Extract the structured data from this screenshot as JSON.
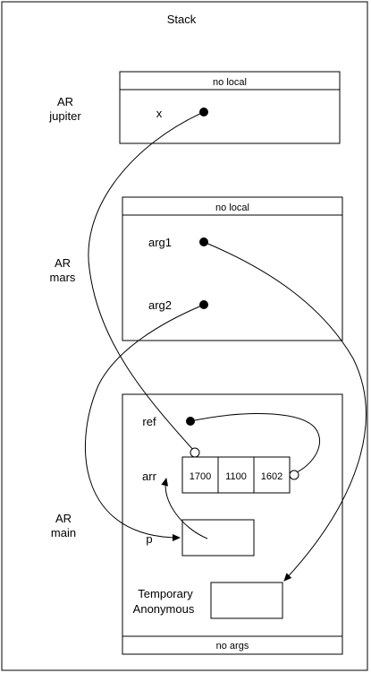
{
  "stack": {
    "title": "Stack"
  },
  "frames": {
    "jupiter": {
      "label_line1": "AR",
      "label_line2": "jupiter",
      "header": "no local",
      "var_x": "x"
    },
    "mars": {
      "label_line1": "AR",
      "label_line2": "mars",
      "header": "no local",
      "var_arg1": "arg1",
      "var_arg2": "arg2"
    },
    "main": {
      "label_line1": "AR",
      "label_line2": "main",
      "var_ref": "ref",
      "var_arr": "arr",
      "var_p": "p",
      "temp_line1": "Temporary",
      "temp_line2": "Anonymous",
      "footer": "no args"
    }
  },
  "array": {
    "cells": [
      "1700",
      "1100",
      "1602"
    ]
  }
}
